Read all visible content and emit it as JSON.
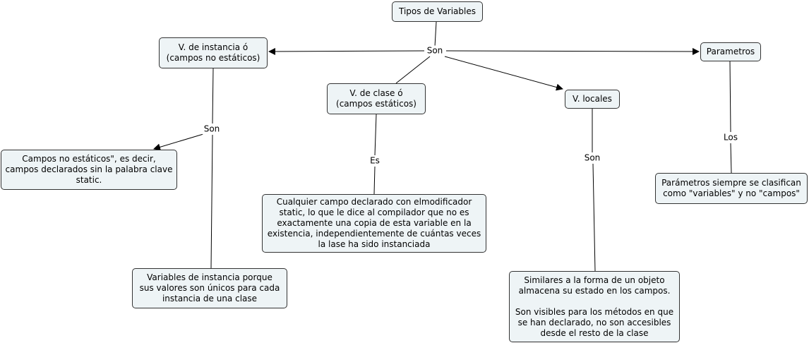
{
  "nodes": {
    "tipos": {
      "lines": [
        "Tipos de Variables"
      ]
    },
    "instancia": {
      "lines": [
        "V. de instancia ó",
        "(campos no estáticos)"
      ]
    },
    "clase": {
      "lines": [
        "V. de clase ó",
        "(campos estáticos)"
      ]
    },
    "locales": {
      "lines": [
        "V. locales"
      ]
    },
    "parametros": {
      "lines": [
        "Parametros"
      ]
    },
    "campos_no_estaticos": {
      "lines": [
        "Campos no estáticos\", es decir,",
        "campos declarados sin la palabra clave",
        "static."
      ]
    },
    "cualquier_campo": {
      "lines": [
        "Cualquier campo declarado con elmodificador",
        "static, lo que le dice al compilador que no es",
        "exactamente una copia de esta variable en la",
        "existencia, independientemente de cuántas veces",
        "la lase ha sido instanciada"
      ]
    },
    "variables_instancia": {
      "lines": [
        "Variables de instancia porque",
        "sus valores son únicos para cada",
        "instancia de una clase"
      ]
    },
    "similares": {
      "lines": [
        "Similares a la forma de un objeto",
        "almacena su estado en los campos.",
        "",
        "Son visibles para los métodos en que",
        "se han declarado, no son accesibles",
        "desde el resto de la clase"
      ]
    },
    "parametros_siempre": {
      "lines": [
        "Parámetros siempre se clasifican",
        "como \"variables\" y no \"campos\""
      ]
    }
  },
  "links": {
    "son_main": "Son",
    "son_instancia": "Son",
    "es_clase": "Es",
    "son_locales": "Son",
    "los_parametros": "Los"
  },
  "colors": {
    "node_fill": "#eef4f6",
    "node_border": "#333333",
    "edge": "#000000"
  }
}
